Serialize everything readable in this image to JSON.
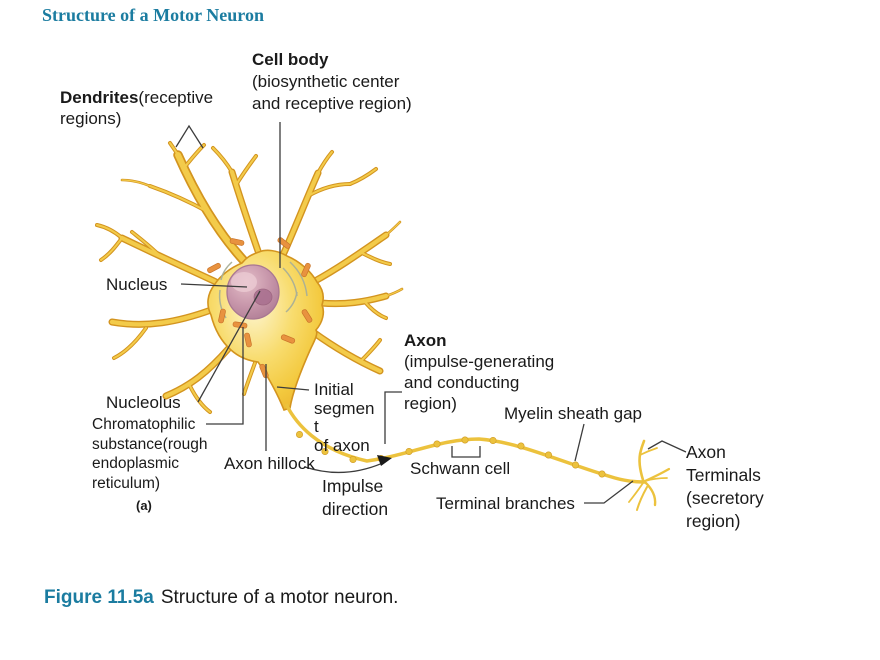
{
  "title": "Structure of a Motor Neuron",
  "caption": {
    "figure": "Figure 11.5a",
    "text": "Structure of a motor neuron."
  },
  "labels": {
    "dendrites": {
      "name": "Dendrites",
      "desc": "(receptive regions)"
    },
    "cell_body": {
      "name": "Cell body",
      "desc": "(biosynthetic center\nand receptive region)"
    },
    "nucleus": "Nucleus",
    "nucleolus": "Nucleolus",
    "chromatophilic": "Chromatophilic substance(rough endoplasmic reticulum)",
    "panel": "(a)",
    "axon_hillock": "Axon hillock",
    "initial_segment": "Initial\nsegmen\nt\nof axon",
    "impulse_direction": "Impulse\ndirection",
    "axon": {
      "name": "Axon",
      "desc": "(impulse-generating\nand conducting\nregion)"
    },
    "myelin_sheath_gap": "Myelin sheath gap",
    "schwann_cell": "Schwann cell",
    "terminal_branches": "Terminal branches",
    "axon_terminals": "Axon\nTerminals\n(secretory\nregion)"
  },
  "colors": {
    "bg": "#FFFFFF",
    "heading_teal": "#1B7CA0",
    "label_black": "#1A1A1A",
    "dend_out": "#D3941F",
    "dend_in": "#F3CB4A",
    "myelin": "#AED7E9",
    "myelin_edge": "#66A4C4",
    "axon_yel": "#ECC23D",
    "chrom": "#E8923F",
    "leader": "#3C3C3C",
    "nucleus_main": "#C08BA4"
  }
}
